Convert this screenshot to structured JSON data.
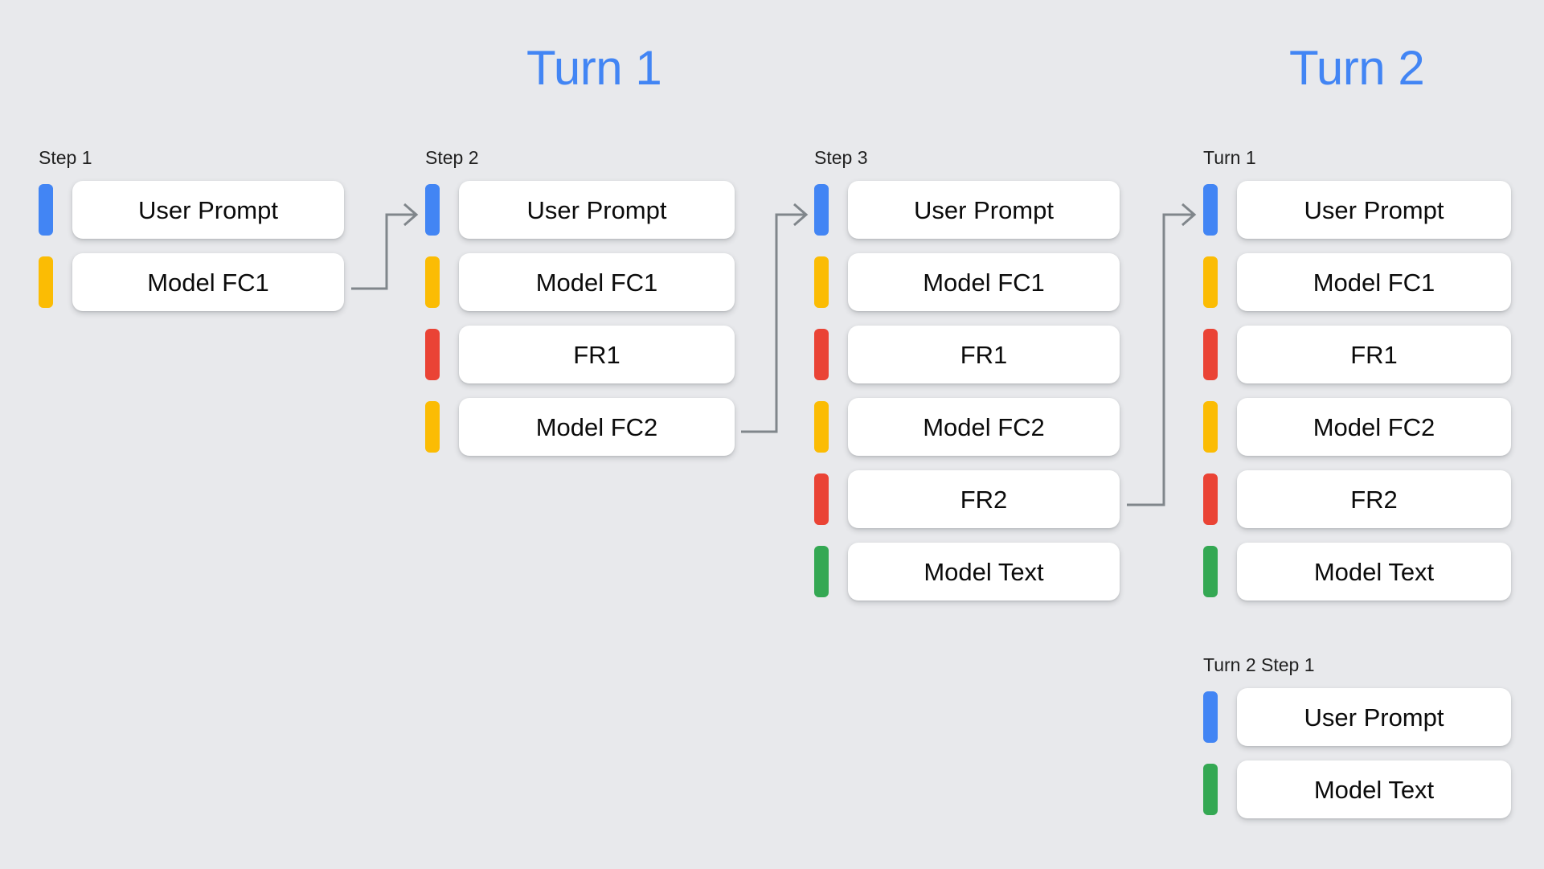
{
  "background_color": "#E8E9EC",
  "headings": [
    {
      "text": "Turn 1",
      "color": "#4285F4"
    },
    {
      "text": "Turn 2",
      "color": "#4285F4"
    }
  ],
  "palette": {
    "blue": "#4285F4",
    "yellow": "#FBBC04",
    "red": "#EA4335",
    "green": "#34A853",
    "connector": "#80868B",
    "card": "#FFFFFF"
  },
  "columns": [
    {
      "label": "Step 1",
      "rows": [
        {
          "color": "blue",
          "text": "User Prompt"
        },
        {
          "color": "yellow",
          "text": "Model FC1"
        }
      ]
    },
    {
      "label": "Step 2",
      "rows": [
        {
          "color": "blue",
          "text": "User Prompt"
        },
        {
          "color": "yellow",
          "text": "Model FC1"
        },
        {
          "color": "red",
          "text": "FR1"
        },
        {
          "color": "yellow",
          "text": "Model FC2"
        }
      ]
    },
    {
      "label": "Step 3",
      "rows": [
        {
          "color": "blue",
          "text": "User Prompt"
        },
        {
          "color": "yellow",
          "text": "Model FC1"
        },
        {
          "color": "red",
          "text": "FR1"
        },
        {
          "color": "yellow",
          "text": "Model FC2"
        },
        {
          "color": "red",
          "text": "FR2"
        },
        {
          "color": "green",
          "text": "Model Text"
        }
      ]
    },
    {
      "label": "Turn 1",
      "rows": [
        {
          "color": "blue",
          "text": "User Prompt"
        },
        {
          "color": "yellow",
          "text": "Model FC1"
        },
        {
          "color": "red",
          "text": "FR1"
        },
        {
          "color": "yellow",
          "text": "Model FC2"
        },
        {
          "color": "red",
          "text": "FR2"
        },
        {
          "color": "green",
          "text": "Model Text"
        }
      ]
    },
    {
      "label": "Turn 2 Step 1",
      "rows": [
        {
          "color": "blue",
          "text": "User Prompt"
        },
        {
          "color": "green",
          "text": "Model Text"
        }
      ]
    }
  ]
}
